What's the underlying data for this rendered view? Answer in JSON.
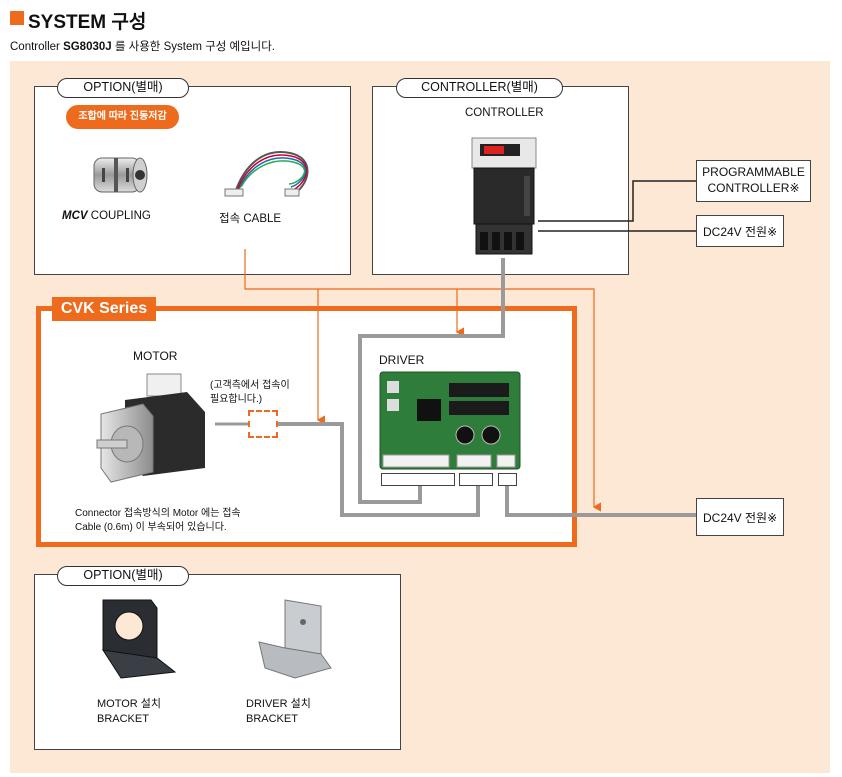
{
  "title": "SYSTEM 구성",
  "subtitle": {
    "prefix": "Controller",
    "model": "SG8030J",
    "suffix": "를 사용한 System 구성 예입니다."
  },
  "option_top": {
    "pill": "OPTION(별매)",
    "tag": "조합에 따라 진동저감",
    "coupling_brand": "MCV",
    "coupling_label": "COUPLING",
    "cable_label": "접속 CABLE"
  },
  "controller_box": {
    "pill": "CONTROLLER(별매)",
    "label": "CONTROLLER"
  },
  "programmable": {
    "line1": "PROGRAMMABLE",
    "line2": "CONTROLLER※"
  },
  "power_top": "DC24V 전원※",
  "power_bottom": "DC24V 전원※",
  "cvk": {
    "tab": "CVK Series",
    "motor_label": "MOTOR",
    "customer_note_line1": "(고객측에서 접속이",
    "customer_note_line2": "필요합니다.)",
    "driver_label": "DRIVER",
    "connector_note_line1": "Connector 접속방식의 Motor 에는 접속",
    "connector_note_line2": "Cable (0.6m) 이 부속되어 있습니다."
  },
  "option_bottom": {
    "pill": "OPTION(별매)",
    "motor_bracket_line1": "MOTOR 설치",
    "motor_bracket_line2": "BRACKET",
    "driver_bracket_line1": "DRIVER 설치",
    "driver_bracket_line2": "BRACKET"
  },
  "colors": {
    "accent_orange": "#ee6a1c",
    "panel_bg": "#fde7d5",
    "cable_gray": "#9a9a9a",
    "pcb_green": "#2f7d3a"
  }
}
